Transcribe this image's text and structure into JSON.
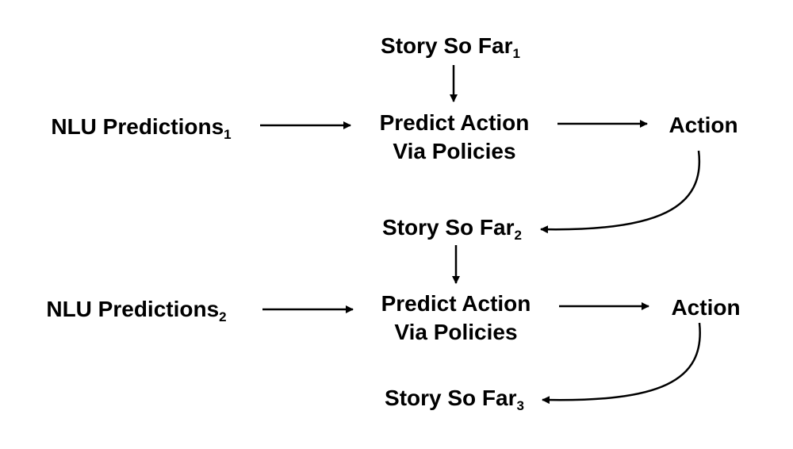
{
  "nodes": {
    "story_1": {
      "text": "Story So Far",
      "sub": "1"
    },
    "nlu_1": {
      "text": "NLU Predictions",
      "sub": "1"
    },
    "predict_1": {
      "line1": "Predict Action",
      "line2": "Via Policies"
    },
    "action_1": {
      "text": "Action"
    },
    "story_2": {
      "text": "Story So Far",
      "sub": "2"
    },
    "nlu_2": {
      "text": "NLU Predictions",
      "sub": "2"
    },
    "predict_2": {
      "line1": "Predict Action",
      "line2": "Via Policies"
    },
    "action_2": {
      "text": "Action"
    },
    "story_3": {
      "text": "Story So Far",
      "sub": "3"
    }
  },
  "edges": [
    {
      "from": "story_1",
      "to": "predict_1"
    },
    {
      "from": "nlu_1",
      "to": "predict_1"
    },
    {
      "from": "predict_1",
      "to": "action_1"
    },
    {
      "from": "action_1",
      "to": "story_2"
    },
    {
      "from": "story_2",
      "to": "predict_2"
    },
    {
      "from": "nlu_2",
      "to": "predict_2"
    },
    {
      "from": "predict_2",
      "to": "action_2"
    },
    {
      "from": "action_2",
      "to": "story_3"
    }
  ]
}
